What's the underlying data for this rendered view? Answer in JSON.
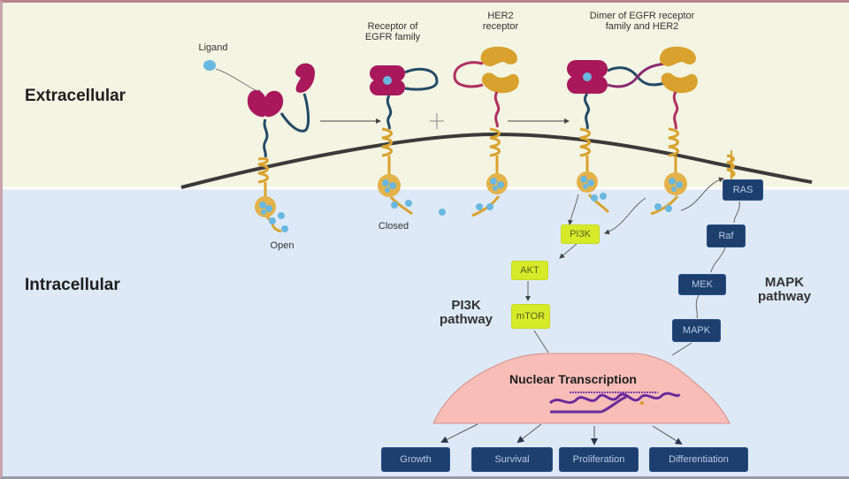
{
  "regions": {
    "extracellular": "Extracellular",
    "intracellular": "Intracellular"
  },
  "labels": {
    "ligand": "Ligand",
    "receptor_egfr": "Receptor of EGFR family",
    "receptor_egfr_line1": "Receptor of",
    "receptor_egfr_line2": "EGFR family",
    "her2_line1": "HER2",
    "her2_line2": "receptor",
    "dimer_line1": "Dimer of EGFR receptor",
    "dimer_line2": "family and HER2",
    "open": "Open",
    "closed": "Closed"
  },
  "pi3k_pathway": {
    "title_line1": "PI3K",
    "title_line2": "pathway",
    "nodes": [
      "PI3K",
      "AKT",
      "mTOR"
    ]
  },
  "mapk_pathway": {
    "title_line1": "MAPK",
    "title_line2": "pathway",
    "nodes": [
      "RAS",
      "Raf",
      "MEK",
      "MAPK"
    ]
  },
  "nucleus": {
    "title": "Nuclear Transcription"
  },
  "outcomes": [
    "Growth",
    "Survival",
    "Proliferation",
    "Differentiation"
  ],
  "colors": {
    "extracellular_bg": "#f3f4e2",
    "intracellular_bg": "#dde9f7",
    "egfr": "#a8185a",
    "her2": "#d9a22e",
    "ligand": "#6ab8e0",
    "green_node": "#d6ea2a",
    "navy_node": "#1c3f6e",
    "nucleus": "#f7bdb6",
    "membrane": "#3a3a3a"
  }
}
